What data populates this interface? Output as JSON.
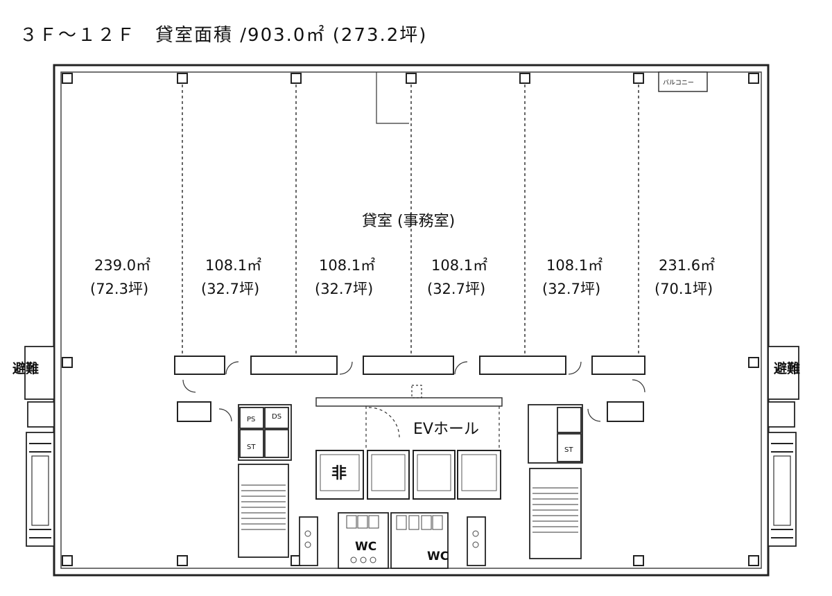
{
  "title": "３Ｆ～１２Ｆ　貸室面積 /903.0㎡ (273.2坪)",
  "center_label": "貸室 (事務室)",
  "ev_hall": "EVホール",
  "emergency_elevator": "非",
  "evacuation": "避難",
  "wc": "WC",
  "ps": "PS",
  "ds": "DS",
  "st": "ST",
  "balcony": "バルコニー",
  "units": [
    {
      "area": "239.0㎡",
      "tsubo": "(72.3坪)"
    },
    {
      "area": "108.1㎡",
      "tsubo": "(32.7坪)"
    },
    {
      "area": "108.1㎡",
      "tsubo": "(32.7坪)"
    },
    {
      "area": "108.1㎡",
      "tsubo": "(32.7坪)"
    },
    {
      "area": "108.1㎡",
      "tsubo": "(32.7坪)"
    },
    {
      "area": "231.6㎡",
      "tsubo": "(70.1坪)"
    }
  ]
}
